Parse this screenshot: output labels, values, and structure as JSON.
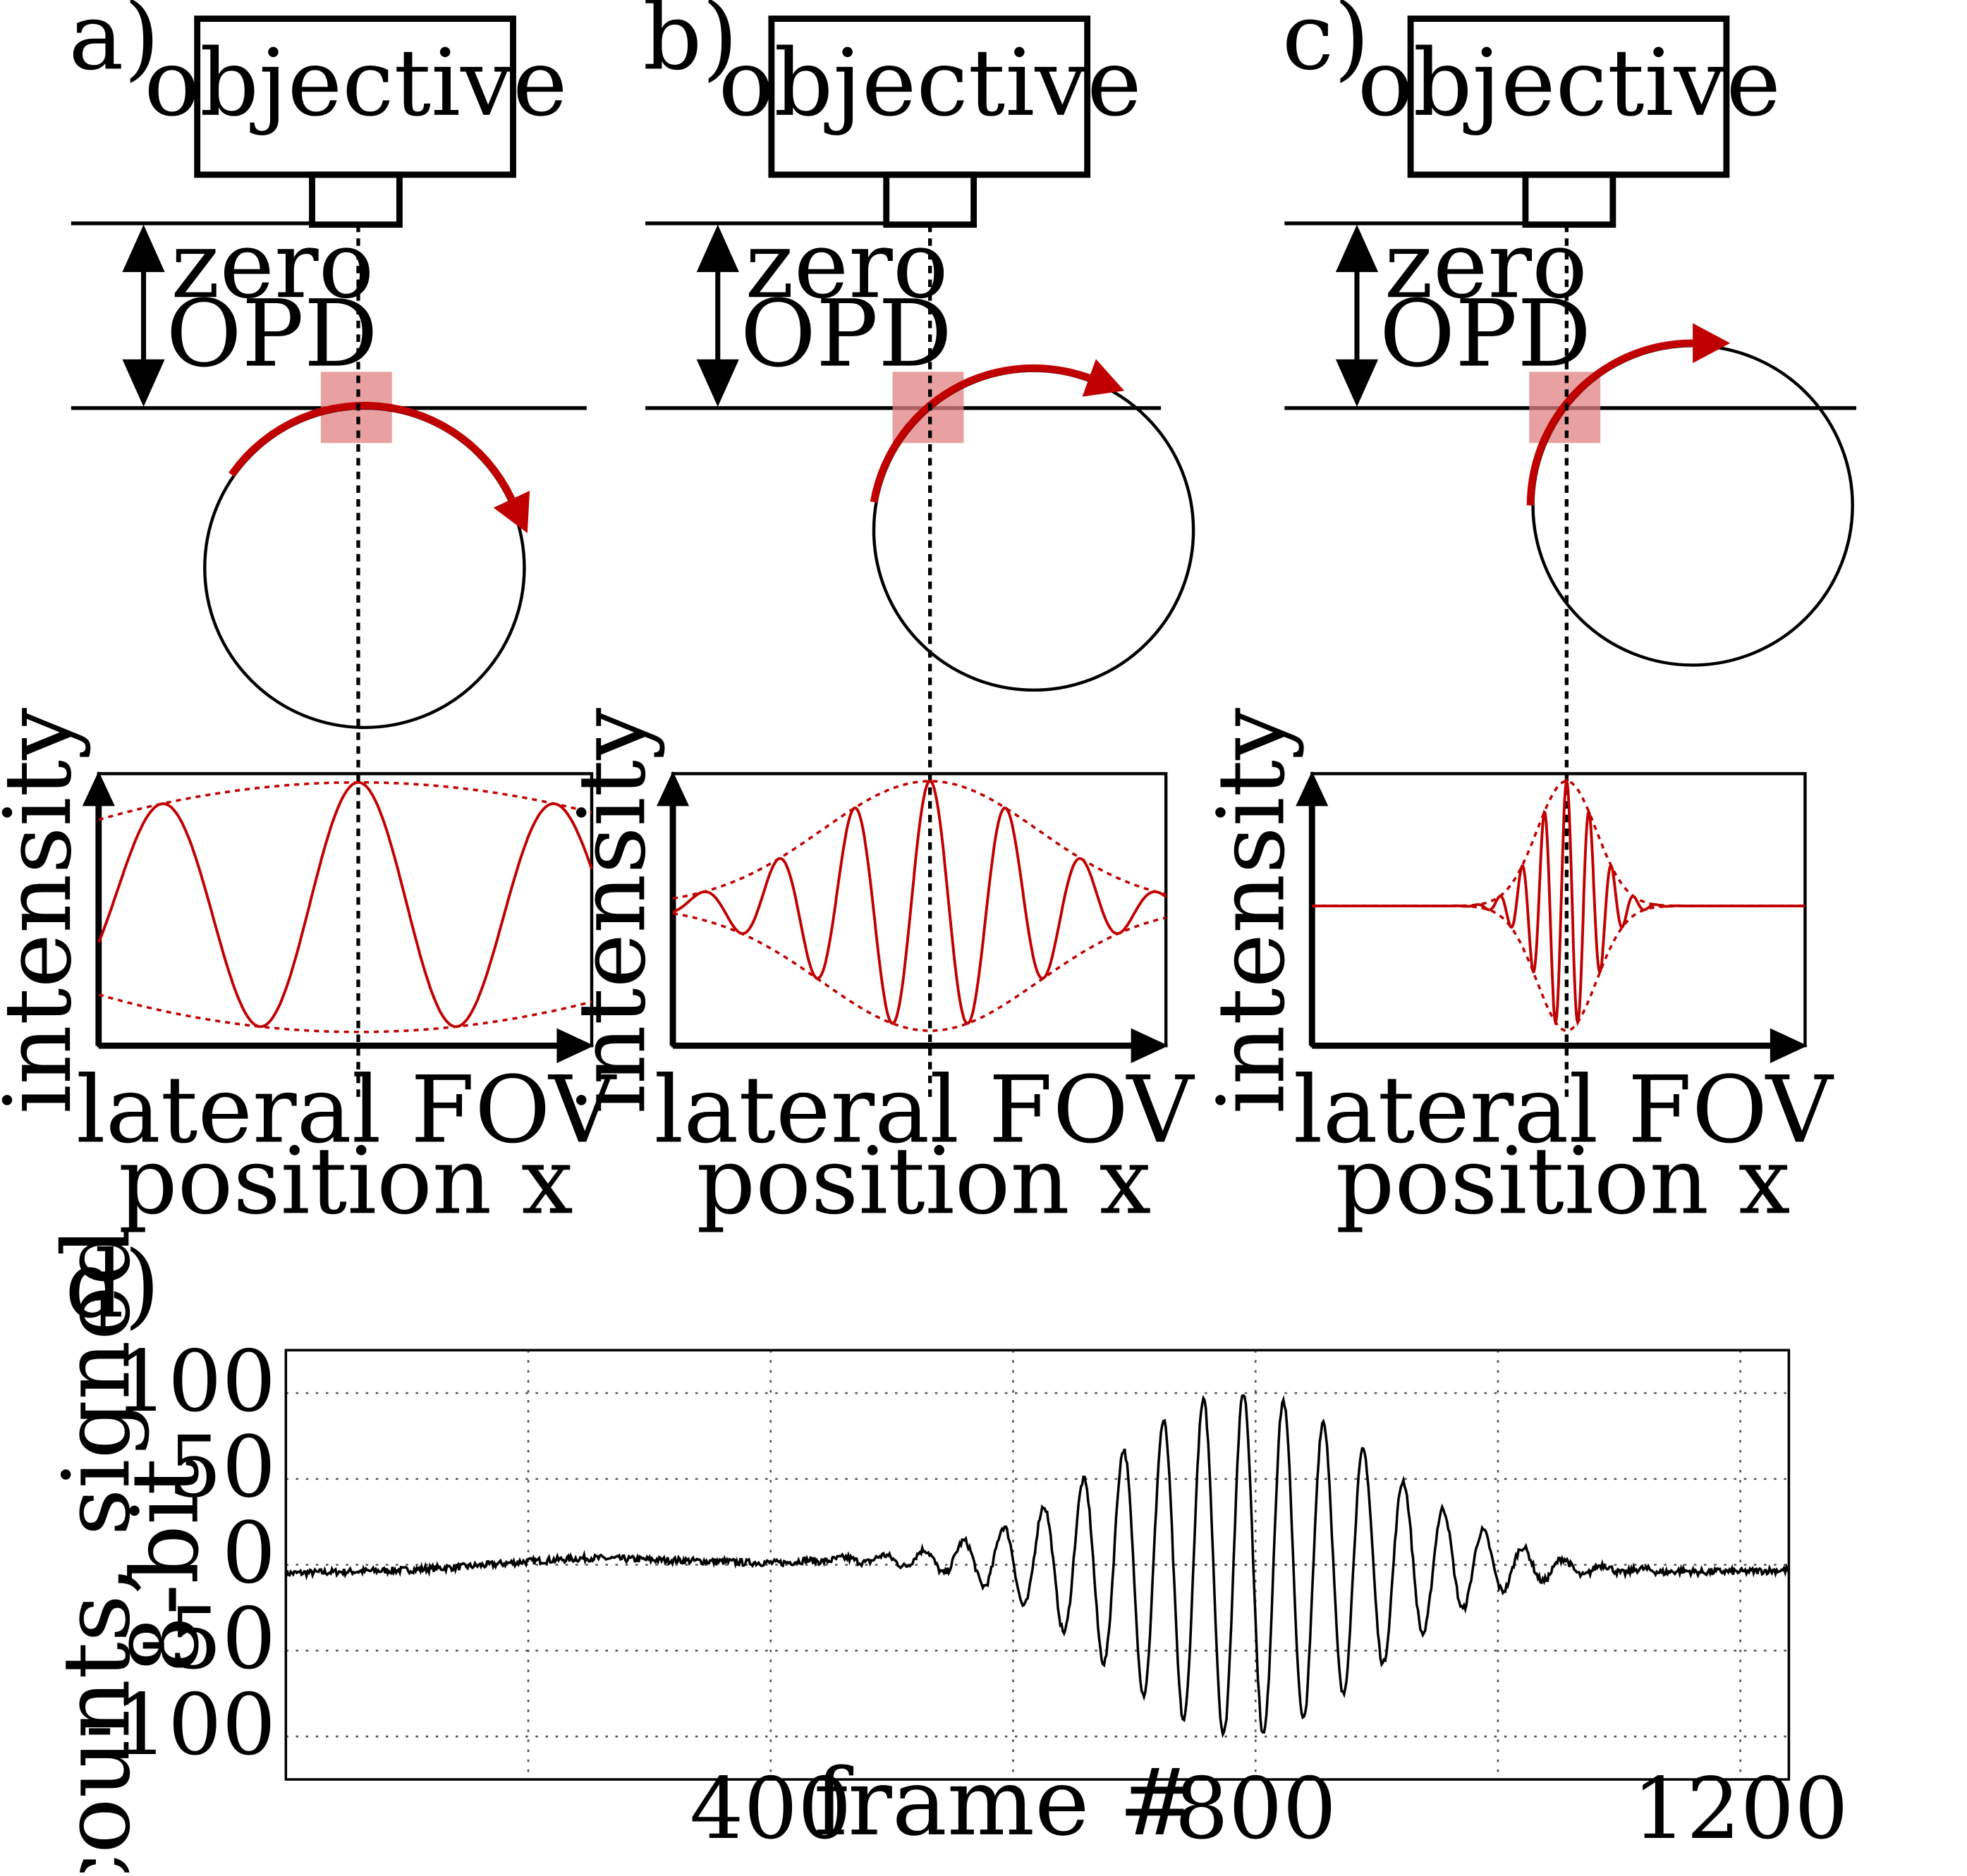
{
  "colors": {
    "signal": "#c00000",
    "highlight": "#e08080",
    "ink": "#000000",
    "grid": "#555555"
  },
  "panels": [
    {
      "letter": "a)",
      "objective_label": "objective",
      "opd_label_line1": "zero",
      "opd_label_line2": "OPD",
      "ylabel": "intensity",
      "xlabel_line1": "lateral FOV",
      "xlabel_line2": "position x",
      "fringe_cycles": 2.5,
      "envelope_width": 3.0
    },
    {
      "letter": "b)",
      "objective_label": "objective",
      "opd_label_line1": "zero",
      "opd_label_line2": "OPD",
      "ylabel": "intensity",
      "xlabel_line1": "lateral FOV",
      "xlabel_line2": "position x",
      "fringe_cycles": 6.5,
      "envelope_width": 0.22
    },
    {
      "letter": "c)",
      "objective_label": "objective",
      "opd_label_line1": "zero",
      "opd_label_line2": "OPD",
      "ylabel": "intensity",
      "xlabel_line1": "lateral FOV",
      "xlabel_line2": "position x",
      "fringe_cycles": 22,
      "envelope_width": 0.06
    }
  ],
  "chart_data": {
    "type": "line",
    "panel_letter": "d)",
    "xlabel": "frame #",
    "ylabel_line1": "counts, signed",
    "ylabel_line2": "8-bit",
    "xlim": [
      0,
      1240
    ],
    "ylim": [
      -125,
      125
    ],
    "xticks": [
      400,
      800,
      1200
    ],
    "xgrid": [
      200,
      400,
      600,
      800,
      1000,
      1200
    ],
    "yticks": [
      100,
      50,
      0,
      -50,
      -100
    ],
    "grid": true,
    "series": [
      {
        "center": 790,
        "amplitude": 100,
        "period": 33,
        "envelope_sigma": 110,
        "x": [
          0,
          50,
          100,
          150,
          200,
          250,
          300,
          350,
          400,
          450,
          500,
          550,
          600,
          650,
          700,
          750,
          800,
          850,
          900,
          950,
          1000,
          1050,
          1100,
          1150,
          1200,
          1240
        ],
        "baseline": [
          -5,
          -4,
          -3,
          -1,
          2,
          4,
          3,
          2,
          1,
          3,
          3,
          3,
          2,
          1,
          0,
          0,
          0,
          0,
          0,
          0,
          0,
          -2,
          -3,
          -4,
          -4,
          -3
        ]
      }
    ]
  }
}
